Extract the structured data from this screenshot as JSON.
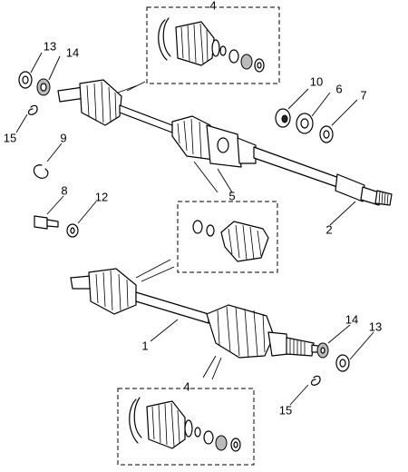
{
  "colors": {
    "line": "#000000",
    "background": "#ffffff"
  },
  "callouts": {
    "box4_top": "4",
    "c13_top": "13",
    "c14_top": "14",
    "c15_top": "15",
    "c9": "9",
    "c8": "8",
    "c12": "12",
    "c10": "10",
    "c6": "6",
    "c7": "7",
    "c5": "5",
    "c2": "2",
    "c1": "1",
    "c14_bottom": "14",
    "c13_bottom": "13",
    "c15_bottom": "15",
    "box4_bottom": "4"
  }
}
